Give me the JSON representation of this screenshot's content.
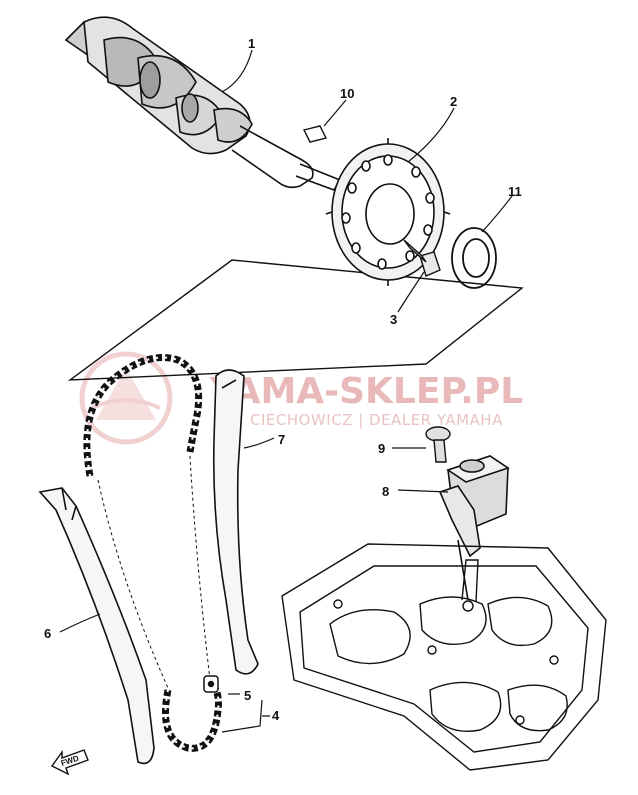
{
  "watermark": {
    "brand": "YAMA-SKLEP.PL",
    "subtitle": "CIECHOWICZ | DEALER YAMAHA"
  },
  "callouts": [
    "1",
    "2",
    "3",
    "4",
    "5",
    "6",
    "7",
    "8",
    "9",
    "10",
    "11"
  ],
  "direction_arrow": "FWD",
  "colors": {
    "ink": "#111111",
    "watermark": "#e9b9b9"
  }
}
